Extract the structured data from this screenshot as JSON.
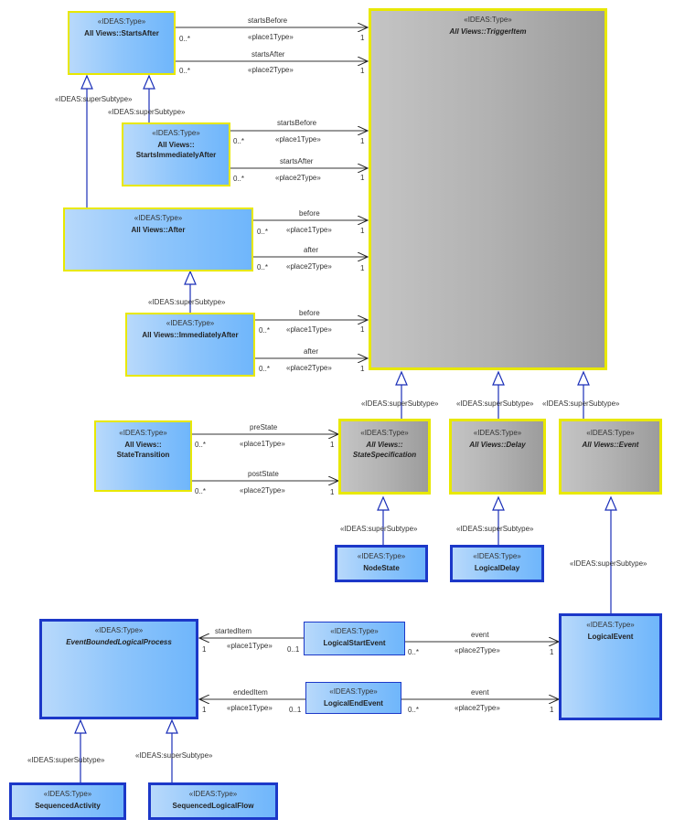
{
  "stereotype": "«IDEAS:Type»",
  "super_label": "«IDEAS:superSubtype»",
  "elements": {
    "starts_after": {
      "name": "All Views::StartsAfter"
    },
    "trigger_item": {
      "name": "All Views::TriggerItem"
    },
    "starts_imm_after": {
      "name1": "All Views::",
      "name2": "StartsImmediatelyAfter"
    },
    "after": {
      "name": "All Views::After"
    },
    "imm_after": {
      "name": "All Views::ImmediatelyAfter"
    },
    "state_transition": {
      "name1": "All Views::",
      "name2": "StateTransition"
    },
    "state_spec": {
      "name1": "All Views::",
      "name2": "StateSpecification"
    },
    "delay": {
      "name": "All Views::Delay"
    },
    "event": {
      "name": "All Views::Event"
    },
    "node_state": {
      "name": "NodeState"
    },
    "logical_delay": {
      "name": "LogicalDelay"
    },
    "ebl_process": {
      "name": "EventBoundedLogicalProcess"
    },
    "logical_start_event": {
      "name": "LogicalStartEvent"
    },
    "logical_event": {
      "name": "LogicalEvent"
    },
    "logical_end_event": {
      "name": "LogicalEndEvent"
    },
    "sequenced_activity": {
      "name": "SequencedActivity"
    },
    "sequenced_logical_flow": {
      "name": "SequencedLogicalFlow"
    }
  },
  "associations": [
    {
      "role": "startsBefore",
      "place": "«place1Type»",
      "source_mult": "0..*",
      "target_mult": "1"
    },
    {
      "role": "startsAfter",
      "place": "«place2Type»",
      "source_mult": "0..*",
      "target_mult": "1"
    },
    {
      "role": "startsBefore",
      "place": "«place1Type»",
      "source_mult": "0..*",
      "target_mult": "1"
    },
    {
      "role": "startsAfter",
      "place": "«place2Type»",
      "source_mult": "0..*",
      "target_mult": "1"
    },
    {
      "role": "before",
      "place": "«place1Type»",
      "source_mult": "0..*",
      "target_mult": "1"
    },
    {
      "role": "after",
      "place": "«place2Type»",
      "source_mult": "0..*",
      "target_mult": "1"
    },
    {
      "role": "before",
      "place": "«place1Type»",
      "source_mult": "0..*",
      "target_mult": "1"
    },
    {
      "role": "after",
      "place": "«place2Type»",
      "source_mult": "0..*",
      "target_mult": "1"
    },
    {
      "role": "preState",
      "place": "«place1Type»",
      "source_mult": "0..*",
      "target_mult": "1"
    },
    {
      "role": "postState",
      "place": "«place2Type»",
      "source_mult": "0..*",
      "target_mult": "1"
    },
    {
      "role": "startedItem",
      "place": "«place1Type»",
      "source_mult": "0..1",
      "target_mult": "1"
    },
    {
      "role": "event",
      "place": "«place2Type»",
      "source_mult": "0..*",
      "target_mult": "1"
    },
    {
      "role": "endedItem",
      "place": "«place1Type»",
      "source_mult": "0..1",
      "target_mult": "1"
    },
    {
      "role": "event",
      "place": "«place2Type»",
      "source_mult": "0..*",
      "target_mult": "1"
    }
  ]
}
